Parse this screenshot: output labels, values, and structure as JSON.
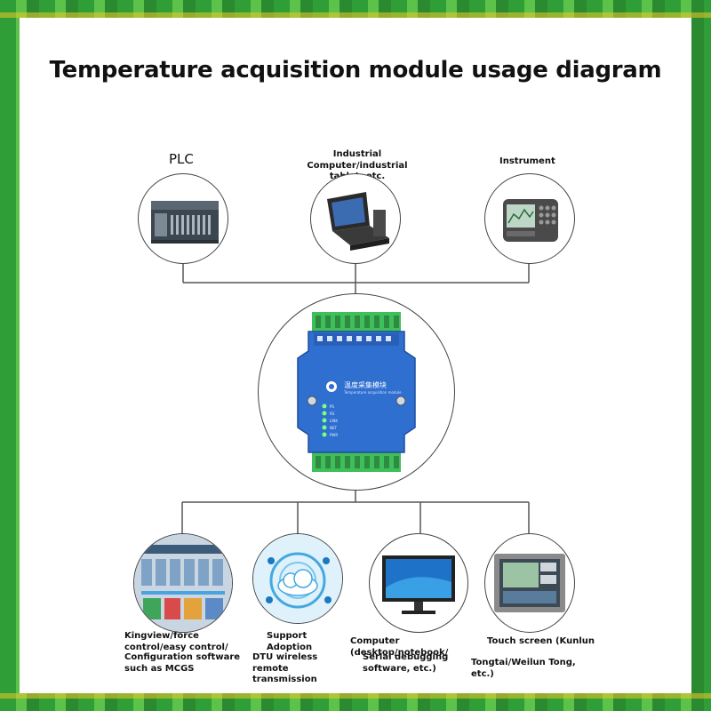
{
  "title": "Temperature acquisition module usage diagram",
  "top_devices": [
    {
      "label": "PLC",
      "icon": "plc-icon"
    },
    {
      "label": "Industrial Computer/industrial tablet, etc.",
      "icon": "rugged-laptop-icon"
    },
    {
      "label": "Instrument",
      "icon": "handheld-instrument-icon"
    }
  ],
  "module": {
    "name_cn": "温度采集模块",
    "name_en": "Temperature acquisition module",
    "leds": [
      "PS",
      "RS",
      "LINK",
      "NET",
      "PWR"
    ],
    "color": "#2f6fd0"
  },
  "bottom_devices": [
    {
      "label_1": "Kingview/force control/easy control/",
      "label_2": "Configuration software such as MCGS",
      "icon": "scada-screen-icon"
    },
    {
      "label_1": "Support Adoption",
      "label_2": "DTU wireless remote transmission",
      "icon": "cloud-network-icon"
    },
    {
      "label_1": "Computer (desktop/notebook/",
      "label_2": "Serial debugging software, etc.)",
      "icon": "desktop-monitor-icon"
    },
    {
      "label_1": "Touch screen (Kunlun",
      "label_2": "Tongtai/Weilun Tong, etc.)",
      "icon": "touch-panel-icon"
    }
  ]
}
